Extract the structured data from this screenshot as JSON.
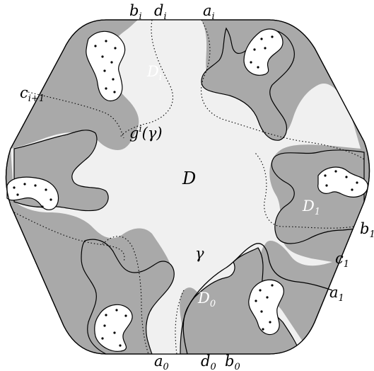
{
  "labels": {
    "b_i": {
      "base": "b",
      "sub": "i"
    },
    "d_i": {
      "base": "d",
      "sub": "i"
    },
    "a_i": {
      "base": "a",
      "sub": "i"
    },
    "c_i1": {
      "base": "c",
      "sub": "i+1"
    },
    "D_i": {
      "base": "D",
      "sub": "i"
    },
    "g_gamma": {
      "text": "g",
      "sup": "i",
      "tail": "(γ)"
    },
    "D": {
      "text": "D"
    },
    "D_1": {
      "base": "D",
      "sub": "1"
    },
    "b_1": {
      "base": "b",
      "sub": "1"
    },
    "gamma": {
      "text": "γ"
    },
    "c_1": {
      "base": "c",
      "sub": "1"
    },
    "a_1": {
      "base": "a",
      "sub": "1"
    },
    "D_0": {
      "base": "D",
      "sub": "0"
    },
    "a_0": {
      "base": "a",
      "sub": "0"
    },
    "d_0": {
      "base": "d",
      "sub": "0"
    },
    "b_0": {
      "base": "b",
      "sub": "0"
    }
  },
  "colors": {
    "outer_region": "#a9a9a9",
    "light_region": "#f0f0f0",
    "blob": "#ffffff",
    "stroke": "#000000"
  }
}
